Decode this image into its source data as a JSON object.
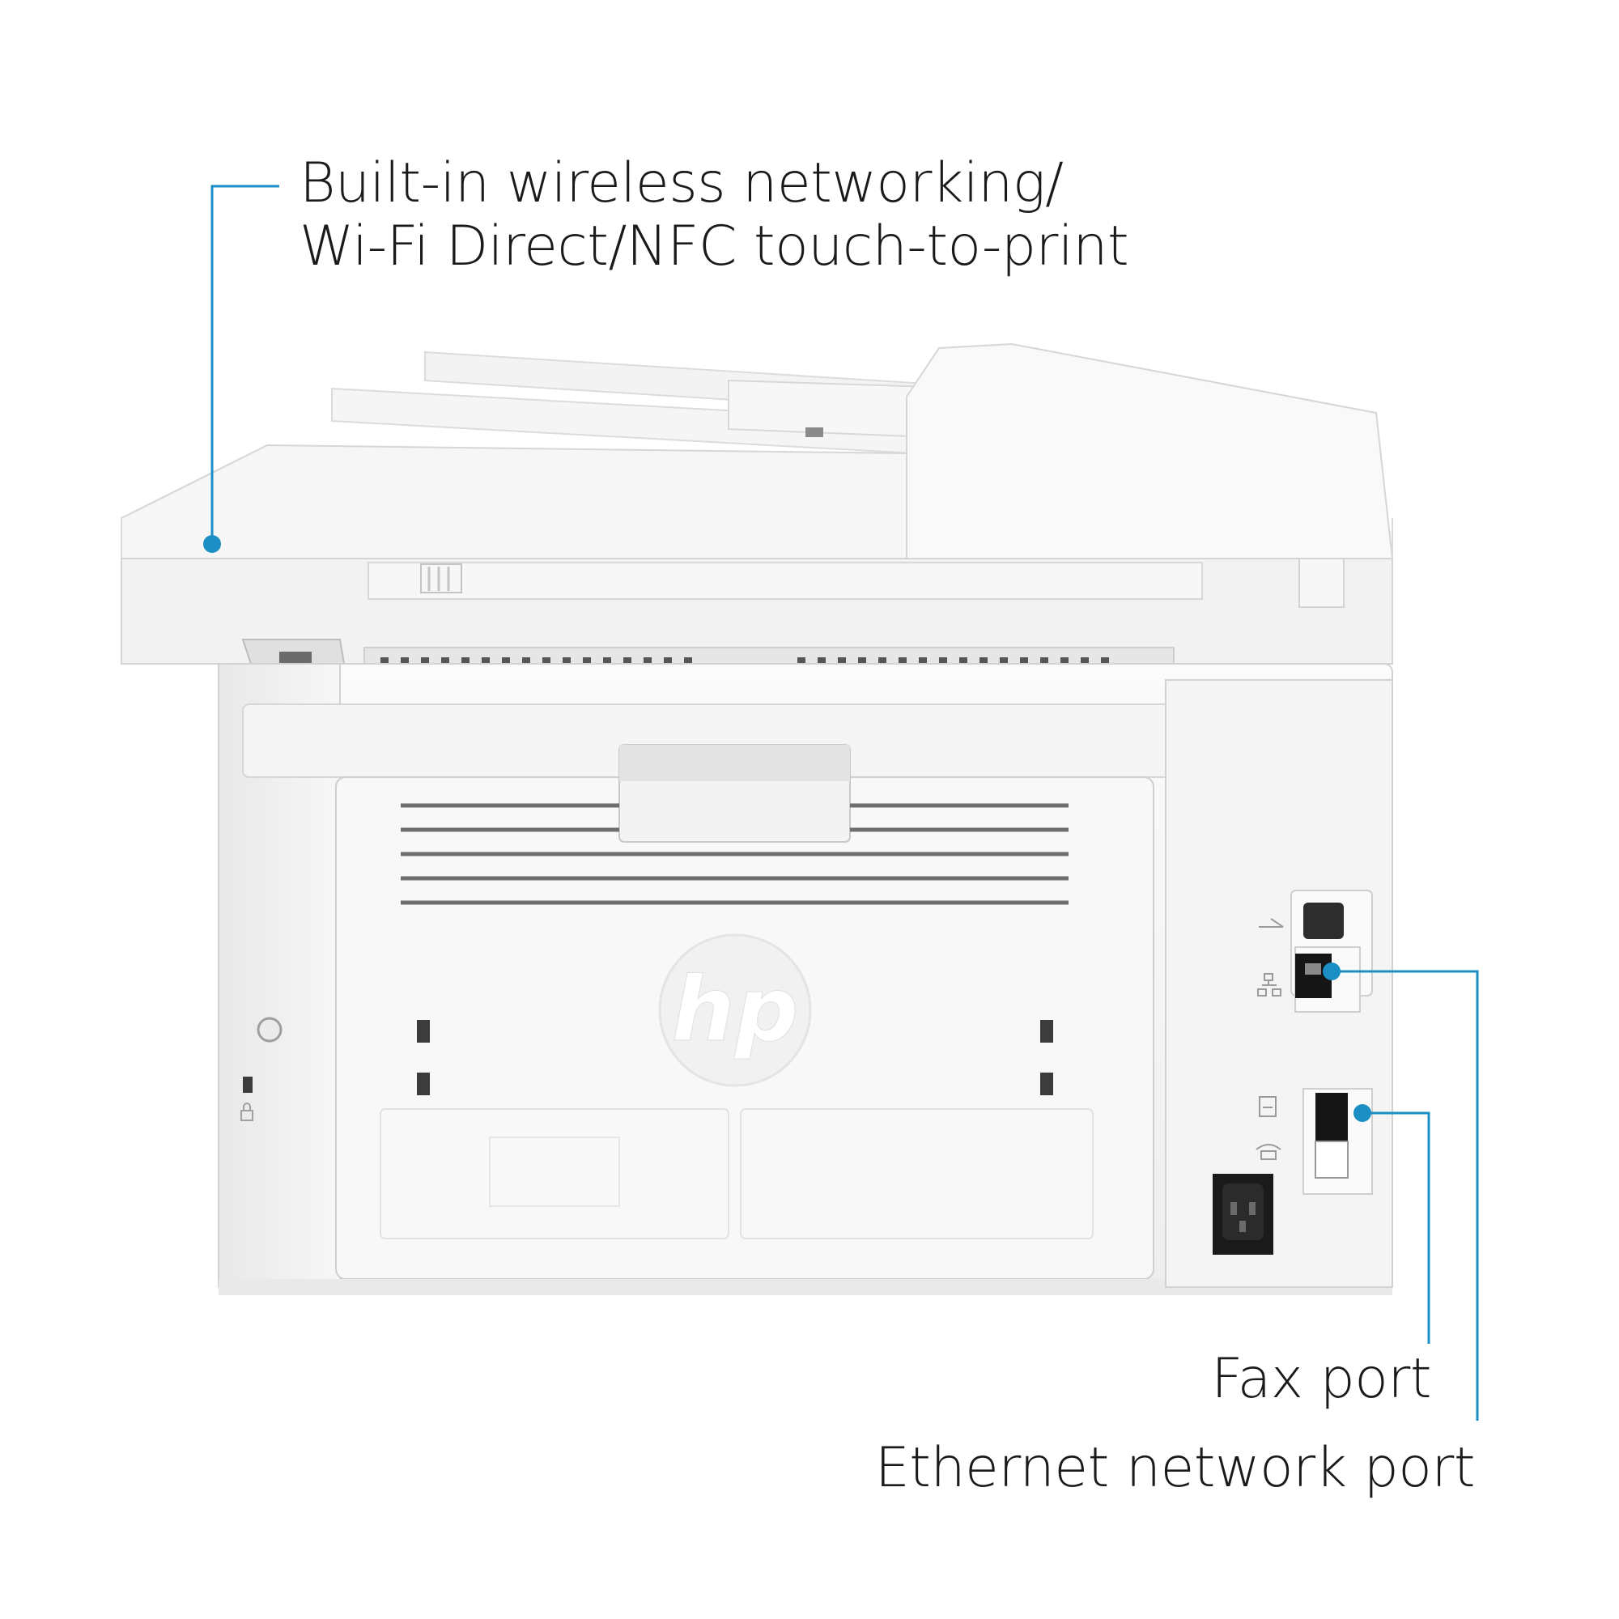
{
  "callouts": {
    "wireless": {
      "line1": "Built-in wireless networking/",
      "line2": "Wi-Fi Direct/NFC touch-to-print"
    },
    "fax": "Fax port",
    "ethernet": "Ethernet network port"
  },
  "product": {
    "brand_logo": "hp"
  },
  "colors": {
    "callout_line": "#1b8fc4",
    "callout_dot": "#1b8fc4",
    "printer_body": "#f4f4f4",
    "printer_shadow": "#d9d9d9"
  },
  "icons": [
    "usb-icon",
    "ethernet-icon",
    "fax-line-icon",
    "phone-icon",
    "lock-icon",
    "power-socket-icon",
    "hp-logo-icon"
  ]
}
